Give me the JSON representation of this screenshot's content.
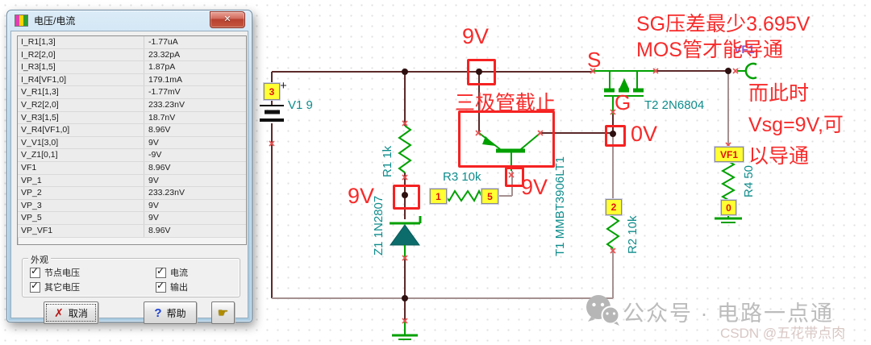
{
  "window": {
    "title": "电压/电流",
    "rows": [
      {
        "name": "I_R1[1,3]",
        "value": "-1.77uA"
      },
      {
        "name": "I_R2[2,0]",
        "value": "23.32pA"
      },
      {
        "name": "I_R3[1,5]",
        "value": "1.87pA"
      },
      {
        "name": "I_R4[VF1,0]",
        "value": "179.1mA"
      },
      {
        "name": "V_R1[1,3]",
        "value": "-1.77mV"
      },
      {
        "name": "V_R2[2,0]",
        "value": "233.23nV"
      },
      {
        "name": "V_R3[1,5]",
        "value": "18.7nV"
      },
      {
        "name": "V_R4[VF1,0]",
        "value": "8.96V"
      },
      {
        "name": "V_V1[3,0]",
        "value": "9V"
      },
      {
        "name": "V_Z1[0,1]",
        "value": "-9V"
      },
      {
        "name": "VF1",
        "value": "8.96V"
      },
      {
        "name": "VP_1",
        "value": "9V"
      },
      {
        "name": "VP_2",
        "value": "233.23nV"
      },
      {
        "name": "VP_3",
        "value": "9V"
      },
      {
        "name": "VP_5",
        "value": "9V"
      },
      {
        "name": "VP_VF1",
        "value": "8.96V"
      }
    ],
    "options": {
      "label": "外观",
      "items": [
        {
          "label": "节点电压",
          "checked": true
        },
        {
          "label": "电流",
          "checked": true
        },
        {
          "label": "其它电压",
          "checked": true
        },
        {
          "label": "输出",
          "checked": true
        }
      ]
    },
    "buttons": {
      "cancel": "取消",
      "help": "帮助"
    }
  },
  "circuit": {
    "labels": {
      "v1": "V1 9",
      "r1": "R1 1k",
      "r2": "R2 10k",
      "r3": "R3 10k",
      "r4": "R4 50",
      "z1": "Z1 1N2807",
      "t1": "T1 MMBT3906LT1",
      "t2": "T2 2N6804"
    },
    "nodes": {
      "n0": "0",
      "n1": "1",
      "n2": "2",
      "n3": "3",
      "n5": "5",
      "vf1": "VF1"
    },
    "pins": {
      "source": "S",
      "gate": "G",
      "plus": "+"
    },
    "probe": "VF1",
    "annotations": {
      "top_voltage": "9V",
      "zener_voltage": "9V",
      "base_voltage": "9V",
      "gate_voltage": "0V",
      "bjt_note": "三极管截止",
      "mos_note1": "SG压差最少3.695V",
      "mos_note2": "MOS管才能导通",
      "mos_note3": "而此时",
      "mos_note4": "Vsg=9V,可",
      "mos_note5": "以导通"
    }
  },
  "watermark": {
    "wechat": "公众号 · 电路一点通",
    "csdn": "CSDN @五花带点肉"
  },
  "colors": {
    "annotation_red": "#f72b2b",
    "label_teal": "#0e8c8c",
    "component_green": "#00a000",
    "wire_dark": "#5c2a2a",
    "wire_light": "#a59090",
    "node_yellow": "#ffff33",
    "probe_purple": "#8a57cc"
  }
}
